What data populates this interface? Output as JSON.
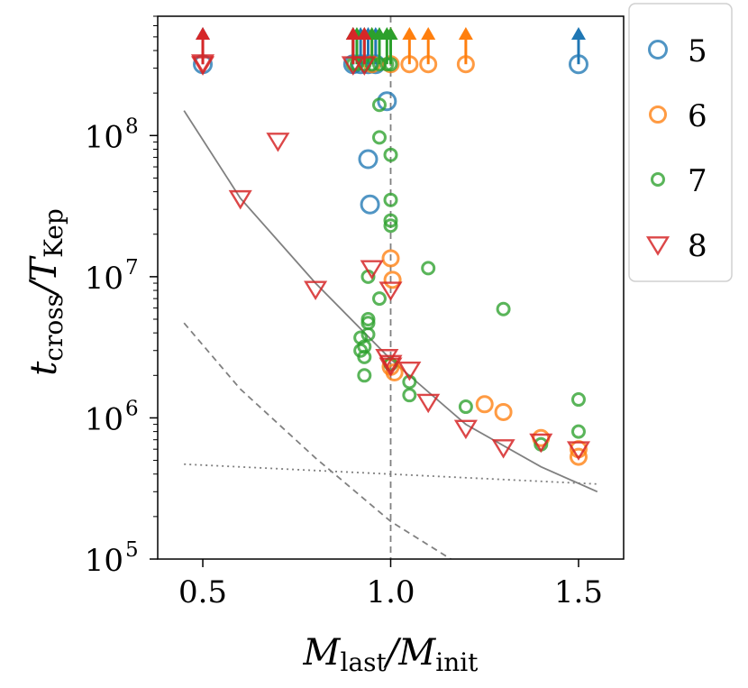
{
  "chart_data": {
    "type": "scatter",
    "xlabel": "M_last/M_init",
    "ylabel": "t_cross/T_Kep",
    "xlim": [
      0.38,
      1.62
    ],
    "ylim": [
      100000,
      700000000
    ],
    "yscale": "log",
    "x_ticks": [
      0.5,
      1.0,
      1.5
    ],
    "x_tick_labels": [
      "0.5",
      "1.0",
      "1.5"
    ],
    "y_ticks": [
      100000,
      1000000,
      10000000,
      100000000
    ],
    "y_tick_labels": [
      {
        "base": "10",
        "exp": "5"
      },
      {
        "base": "10",
        "exp": "6"
      },
      {
        "base": "10",
        "exp": "7"
      },
      {
        "base": "10",
        "exp": "8"
      }
    ],
    "grid": false,
    "legend_position": "outside-top-right",
    "lower_limit_y": 320000000,
    "series": [
      {
        "name": "5",
        "marker": "circle",
        "color": "#1f77b4",
        "size": 9.5,
        "points": [
          [
            0.94,
            68000000
          ],
          [
            0.945,
            32500000
          ],
          [
            0.99,
            175000000
          ]
        ],
        "limits": [
          0.5,
          0.9,
          0.92,
          0.94,
          0.96,
          1.5
        ]
      },
      {
        "name": "6",
        "marker": "circle",
        "color": "#ff7f0e",
        "size": 8.5,
        "points": [
          [
            1.0,
            13500000
          ],
          [
            1.005,
            9500000
          ],
          [
            1.01,
            2100000
          ],
          [
            1.0,
            2300000
          ],
          [
            1.25,
            1250000
          ],
          [
            1.3,
            1100000
          ],
          [
            1.4,
            720000
          ],
          [
            1.5,
            530000
          ],
          [
            1.5,
            600000
          ]
        ],
        "limits": [
          0.95,
          1.0,
          1.05,
          1.1,
          1.2
        ]
      },
      {
        "name": "7",
        "marker": "circle",
        "color": "#2ca02c",
        "size": 6.5,
        "points": [
          [
            0.97,
            165000000
          ],
          [
            0.97,
            97000000
          ],
          [
            1.0,
            73000000
          ],
          [
            1.0,
            35000000
          ],
          [
            1.0,
            25000000
          ],
          [
            1.0,
            23000000
          ],
          [
            0.94,
            10000000
          ],
          [
            1.1,
            11500000
          ],
          [
            0.97,
            7000000
          ],
          [
            0.94,
            5000000
          ],
          [
            0.94,
            4700000
          ],
          [
            0.94,
            3900000
          ],
          [
            0.92,
            3700000
          ],
          [
            0.93,
            3200000
          ],
          [
            0.92,
            3000000
          ],
          [
            0.93,
            2700000
          ],
          [
            0.93,
            2000000
          ],
          [
            1.0,
            2400000
          ],
          [
            1.05,
            1800000
          ],
          [
            1.05,
            1450000
          ],
          [
            1.2,
            1200000
          ],
          [
            1.3,
            5900000
          ],
          [
            1.5,
            1350000
          ],
          [
            1.4,
            650000
          ],
          [
            1.5,
            800000
          ]
        ],
        "limits": [
          0.9,
          0.91,
          0.93,
          0.95,
          0.97,
          0.99,
          1.0
        ]
      },
      {
        "name": "8",
        "marker": "triangle-down",
        "color": "#d62728",
        "size": 9.5,
        "points": [
          [
            0.5,
            330000000
          ],
          [
            0.6,
            36000000
          ],
          [
            0.7,
            92000000
          ],
          [
            0.8,
            8200000
          ],
          [
            0.95,
            11500000
          ],
          [
            1.0,
            8100000
          ],
          [
            0.99,
            2700000
          ],
          [
            1.0,
            2450000
          ],
          [
            1.0,
            2350000
          ],
          [
            1.05,
            2200000
          ],
          [
            1.1,
            1300000
          ],
          [
            1.2,
            850000
          ],
          [
            1.3,
            620000
          ],
          [
            1.4,
            680000
          ],
          [
            1.5,
            600000
          ]
        ],
        "limits": [
          0.5,
          0.9,
          0.93
        ]
      }
    ],
    "reference_lines": {
      "vertical_x": 1.0,
      "solid_fit": {
        "x": [
          0.45,
          0.6,
          0.8,
          1.0,
          1.2,
          1.4,
          1.55
        ],
        "y": [
          150000000,
          36000000,
          9000000,
          2600000,
          900000,
          450000,
          300000
        ]
      },
      "dashed": {
        "x": [
          0.45,
          0.6,
          0.8,
          1.0,
          1.16
        ],
        "y": [
          4700000,
          1600000,
          520000,
          185000,
          100000
        ]
      },
      "dotted": {
        "x": [
          0.45,
          1.55
        ],
        "y": [
          470000,
          340000
        ]
      }
    }
  }
}
